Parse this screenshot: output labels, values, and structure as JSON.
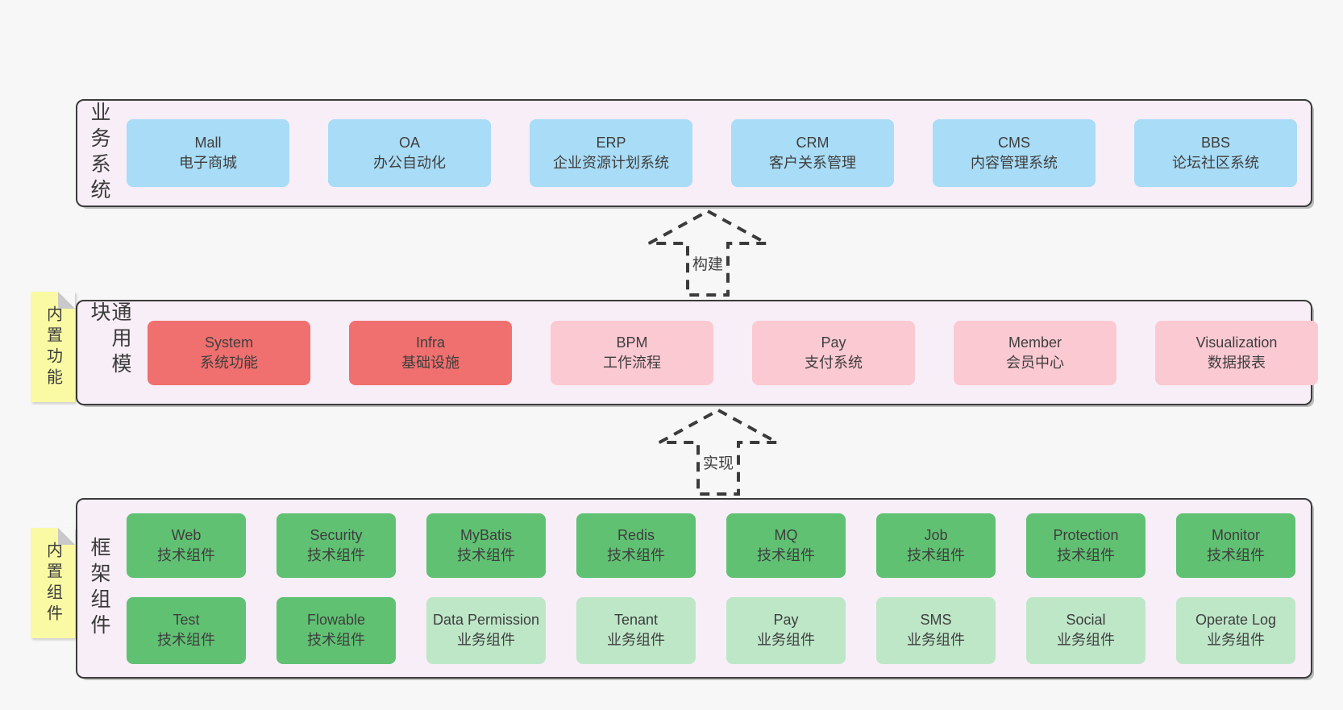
{
  "colors": {
    "page_bg": "#f7f7f7",
    "panel_bg": "#f8eef7",
    "line": "#3b3b3b",
    "blue": "#a9dcf6",
    "red": "#f0706f",
    "pink": "#fbc9d2",
    "green": "#60c173",
    "lightgreen": "#bee7c8",
    "yellow": "#fafaa4"
  },
  "layers": [
    {
      "id": "business-systems",
      "side_label": "业务系统",
      "boxes": [
        {
          "en": "Mall",
          "zh": "电子商城",
          "variant": "blue"
        },
        {
          "en": "OA",
          "zh": "办公自动化",
          "variant": "blue"
        },
        {
          "en": "ERP",
          "zh": "企业资源计划系统",
          "variant": "blue"
        },
        {
          "en": "CRM",
          "zh": "客户关系管理",
          "variant": "blue"
        },
        {
          "en": "CMS",
          "zh": "内容管理系统",
          "variant": "blue"
        },
        {
          "en": "BBS",
          "zh": "论坛社区系统",
          "variant": "blue"
        }
      ]
    },
    {
      "id": "common-modules",
      "side_label": "通用模块",
      "note": "内置功能",
      "boxes": [
        {
          "en": "System",
          "zh": "系统功能",
          "variant": "red"
        },
        {
          "en": "Infra",
          "zh": "基础设施",
          "variant": "red"
        },
        {
          "en": "BPM",
          "zh": "工作流程",
          "variant": "pink"
        },
        {
          "en": "Pay",
          "zh": "支付系统",
          "variant": "pink"
        },
        {
          "en": "Member",
          "zh": "会员中心",
          "variant": "pink"
        },
        {
          "en": "Visualization",
          "zh": "数据报表",
          "variant": "pink"
        }
      ]
    },
    {
      "id": "framework-components",
      "side_label": "框架组件",
      "note": "内置组件",
      "rows": [
        [
          {
            "en": "Web",
            "zh": "技术组件",
            "variant": "green"
          },
          {
            "en": "Security",
            "zh": "技术组件",
            "variant": "green"
          },
          {
            "en": "MyBatis",
            "zh": "技术组件",
            "variant": "green"
          },
          {
            "en": "Redis",
            "zh": "技术组件",
            "variant": "green"
          },
          {
            "en": "MQ",
            "zh": "技术组件",
            "variant": "green"
          },
          {
            "en": "Job",
            "zh": "技术组件",
            "variant": "green"
          },
          {
            "en": "Protection",
            "zh": "技术组件",
            "variant": "green"
          },
          {
            "en": "Monitor",
            "zh": "技术组件",
            "variant": "green"
          }
        ],
        [
          {
            "en": "Test",
            "zh": "技术组件",
            "variant": "green"
          },
          {
            "en": "Flowable",
            "zh": "技术组件",
            "variant": "green"
          },
          {
            "en": "Data Permission",
            "zh": "业务组件",
            "variant": "lightgreen"
          },
          {
            "en": "Tenant",
            "zh": "业务组件",
            "variant": "lightgreen"
          },
          {
            "en": "Pay",
            "zh": "业务组件",
            "variant": "lightgreen"
          },
          {
            "en": "SMS",
            "zh": "业务组件",
            "variant": "lightgreen"
          },
          {
            "en": "Social",
            "zh": "业务组件",
            "variant": "lightgreen"
          },
          {
            "en": "Operate Log",
            "zh": "业务组件",
            "variant": "lightgreen"
          }
        ]
      ]
    }
  ],
  "arrows": [
    {
      "label": "构建"
    },
    {
      "label": "实现"
    }
  ]
}
